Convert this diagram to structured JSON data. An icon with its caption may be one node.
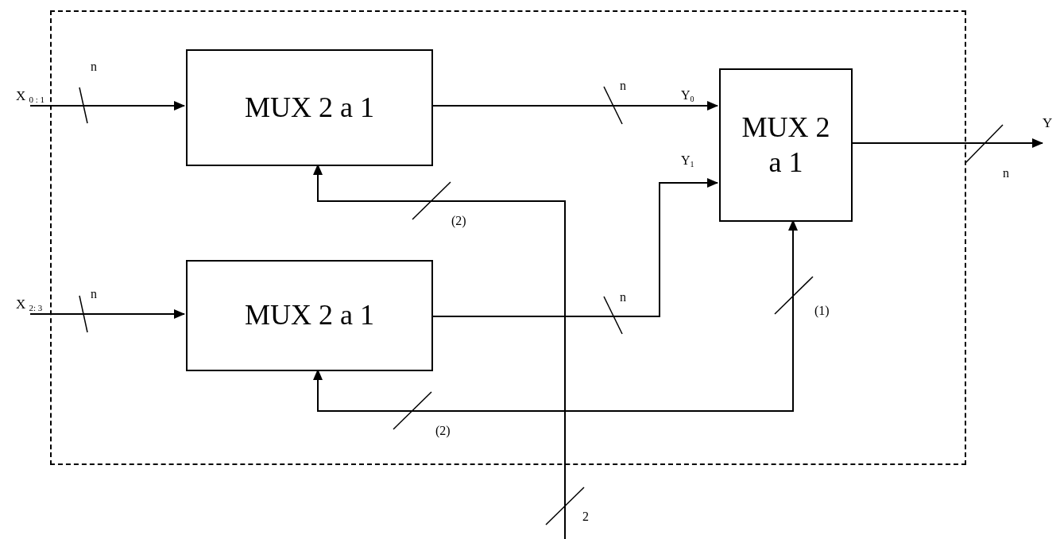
{
  "diagram": {
    "nodes": [
      {
        "text": [],
        "shape": "box"
      },
      {
        "text": [
          "MUX 2 a 1"
        ],
        "in": 0
      },
      {
        "text": [
          "MUX 2 a 1"
        ],
        "in": 0
      },
      {
        "text": [
          "MUX 2 a 1"
        ],
        "in": 0
      },
      {
        "text": [
          "X $_{0 : 1}$"
        ]
      },
      {
        "text": [
          "X $_{2: 3}$"
        ]
      },
      {
        "text": [
          "Y"
        ]
      }
    ],
    "edges": [
      {
        "from": 4,
        "to": 1,
        "arrow": "to",
        "label": "n"
      },
      {
        "from": 5,
        "to": 2,
        "arrow": "to",
        "label": "n"
      },
      {
        "from": 1,
        "to": 3,
        "arrow": "to",
        "label": "n"
      },
      {
        "from": 2,
        "to": 3,
        "arrow": "to",
        "label": "n"
      },
      {
        "from": 3,
        "to": 6,
        "arrow": "to",
        "label": "n"
      },
      {
        "from": null,
        "to": 1,
        "arrow": "to",
        "label": "(2)"
      },
      {
        "from": null,
        "to": 2,
        "arrow": "to",
        "label": "(2)"
      },
      {
        "from": null,
        "to": 3,
        "arrow": "to",
        "label": "(1)"
      }
    ],
    "labels": [
      "Y$_{0}$",
      "Y$_{1}$",
      "2"
    ]
  }
}
